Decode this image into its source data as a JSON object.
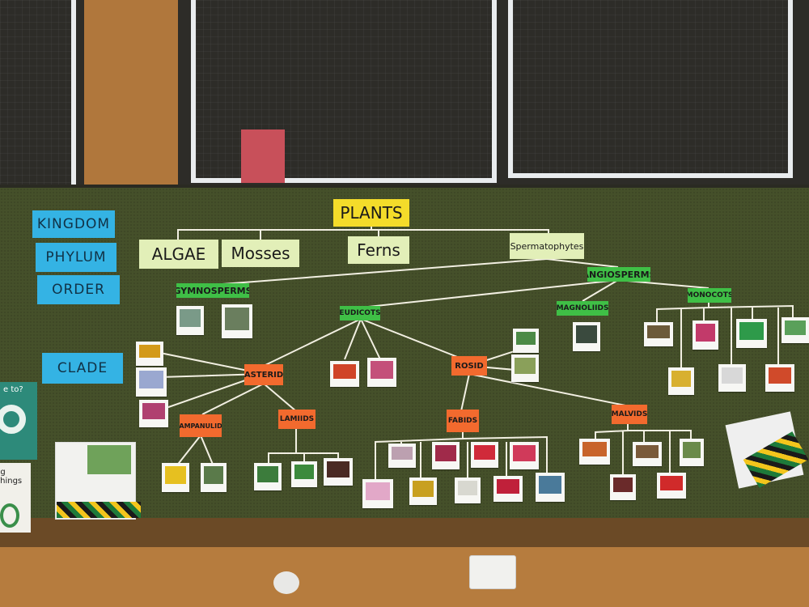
{
  "rank_labels": {
    "kingdom": "KINGDOM",
    "phylum": "PHYLUM",
    "order": "ORDER",
    "clade": "CLADE"
  },
  "tree": {
    "root": "PLANTS",
    "phyla": [
      "ALGAE",
      "Mosses",
      "Ferns",
      "Spermatophytes"
    ],
    "orders": {
      "gymnosperms": "GYMNOSPERMS",
      "angiosperms": "ANGIOSPERMS",
      "eudicots": "EUDICOTS",
      "magnoliids": "MAGNOLIIDS",
      "monocots": "MONOCOTS"
    },
    "clades": {
      "asterid": "ASTERID",
      "rosid": "ROSID",
      "campanulids": "CAMPANULIDS",
      "lamiids": "LAMIIDS",
      "fabids": "FABIDS",
      "malvids": "MALVIDS"
    }
  },
  "poster": {
    "side_text": "ng Things",
    "side_question": "e to?"
  },
  "colors": {
    "rank_label": "#34b3e4",
    "root_label": "#f4dc2a",
    "phylum_label": "#e2efb8",
    "order_label": "#3fbf46",
    "clade_label": "#f26a2e",
    "board": "#45502a"
  }
}
